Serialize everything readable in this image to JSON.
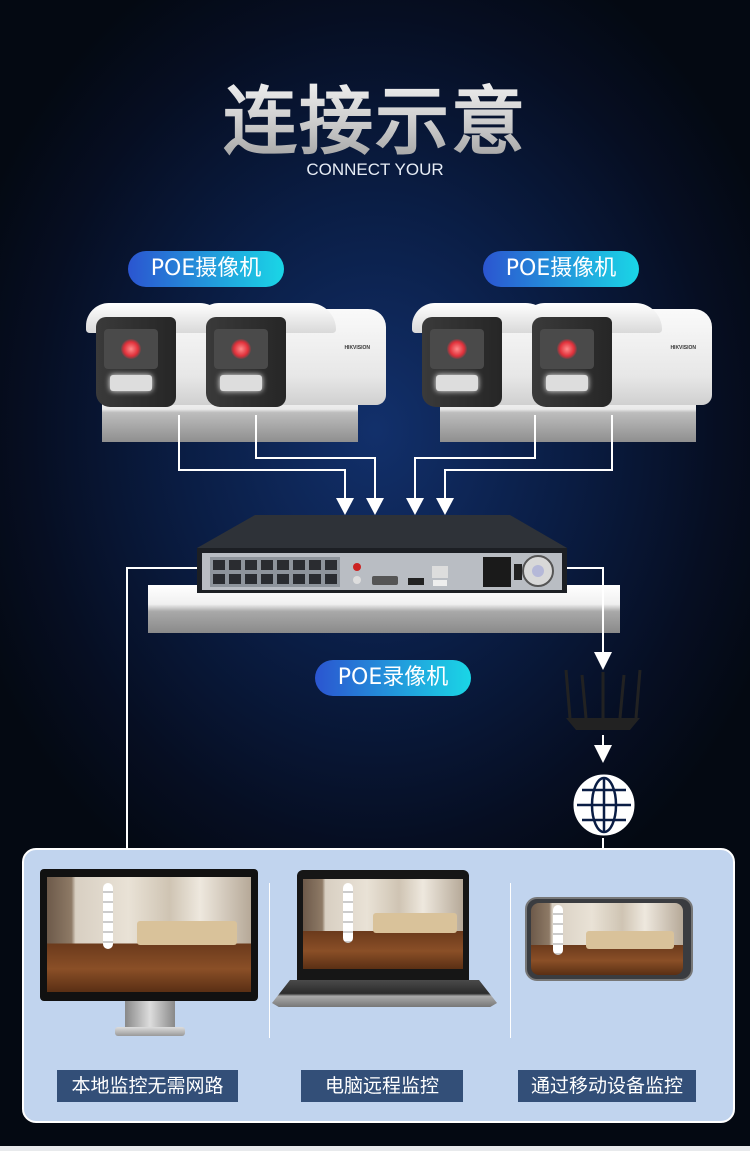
{
  "title": "连接示意",
  "subtitle": "CONNECT YOUR",
  "cameras": {
    "left_label": "POE摄像机",
    "right_label": "POE摄像机",
    "brand": "HIKVISION"
  },
  "nvr": {
    "label": "POE录像机"
  },
  "devices": [
    {
      "name": "monitor",
      "label": "本地监控无需网路"
    },
    {
      "name": "laptop",
      "label": "电脑远程监控"
    },
    {
      "name": "phone",
      "label": "通过移动设备监控"
    }
  ],
  "colors": {
    "pill_start": "#2b55d0",
    "pill_end": "#1ad6e6",
    "panel": "#c1d4ee",
    "label_bg": "#334f78"
  }
}
